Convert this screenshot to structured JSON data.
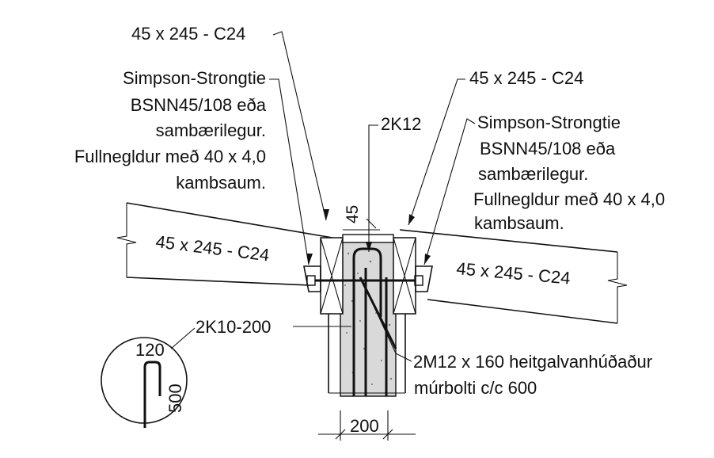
{
  "labels": {
    "top_timber_left": "45 x 245 - C24",
    "top_timber_right": "45 x 245 - C24",
    "left_strongtie": [
      "Simpson-Strongtie",
      "BSNN45/108 eða",
      "sambærilegur.",
      "Fullnegldur með 40 x 4,0",
      "kambsaum."
    ],
    "right_strongtie": [
      "Simpson-Strongtie",
      "BSNN45/108 eða",
      "sambærilegur.",
      "Fullnegldur með 40 x 4,0",
      "kambsaum."
    ],
    "rebar_top": "2K12",
    "dimension_45": "45",
    "beam_left": "45 x 245 - C24",
    "beam_right": "45 x 245 - C24",
    "stirrups": "2K10-200",
    "anchor_bolt": [
      "2M12 x 160 heitgalvanhúðaður",
      "múrbolti c/c 600"
    ],
    "wall_width": "200",
    "detail_width": "120",
    "detail_height": "500"
  }
}
